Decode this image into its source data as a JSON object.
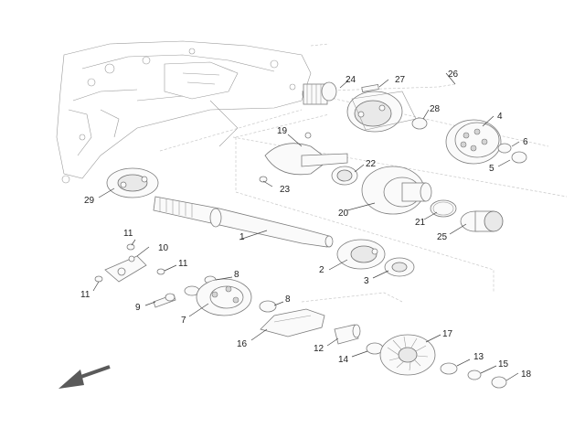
{
  "diagram": {
    "part_labels": [
      "1",
      "2",
      "3",
      "4",
      "5",
      "6",
      "7",
      "8",
      "8",
      "9",
      "10",
      "11",
      "11",
      "11",
      "12",
      "13",
      "14",
      "15",
      "16",
      "17",
      "18",
      "19",
      "20",
      "21",
      "22",
      "23",
      "24",
      "25",
      "26",
      "27",
      "28",
      "29"
    ]
  },
  "icons": {
    "direction": "arrow-down-left-icon"
  },
  "colors": {
    "line": "#7c7c7c",
    "text": "#222222",
    "background": "#ffffff"
  }
}
